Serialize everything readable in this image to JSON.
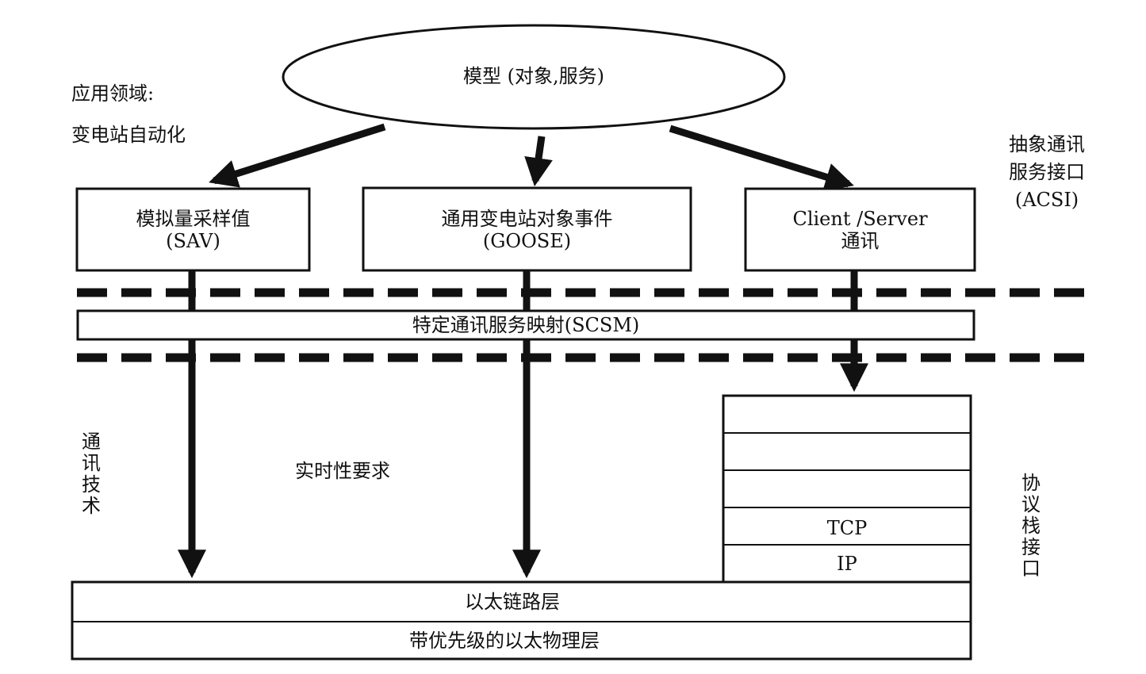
{
  "model": {
    "label": "模型 (对象,服务)"
  },
  "domain_label": {
    "line1": "应用领域:",
    "line2": "变电站自动化"
  },
  "acsi_label": {
    "line1": "抽象通讯",
    "line2": "服务接口",
    "line3": "(ACSI)"
  },
  "sav_box": {
    "line1": "模拟量采样值",
    "line2": "(SAV)"
  },
  "goose_box": {
    "line1": "通用变电站对象事件",
    "line2": "(GOOSE)"
  },
  "cs_box": {
    "line1": "Client /Server",
    "line2": "通讯"
  },
  "scsm_bar": {
    "label": "特定通讯服务映射(SCSM)"
  },
  "comm_tech_label": {
    "text": "通讯技术"
  },
  "realtime_label": {
    "text": "实时性要求"
  },
  "stack_interface_label": {
    "text": "协议栈接口"
  },
  "protocol_stack": {
    "tcp": "TCP",
    "ip": "IP"
  },
  "ethernet_link": {
    "label": "以太链路层"
  },
  "physical_layer": {
    "label": "带优先级的以太物理层"
  }
}
